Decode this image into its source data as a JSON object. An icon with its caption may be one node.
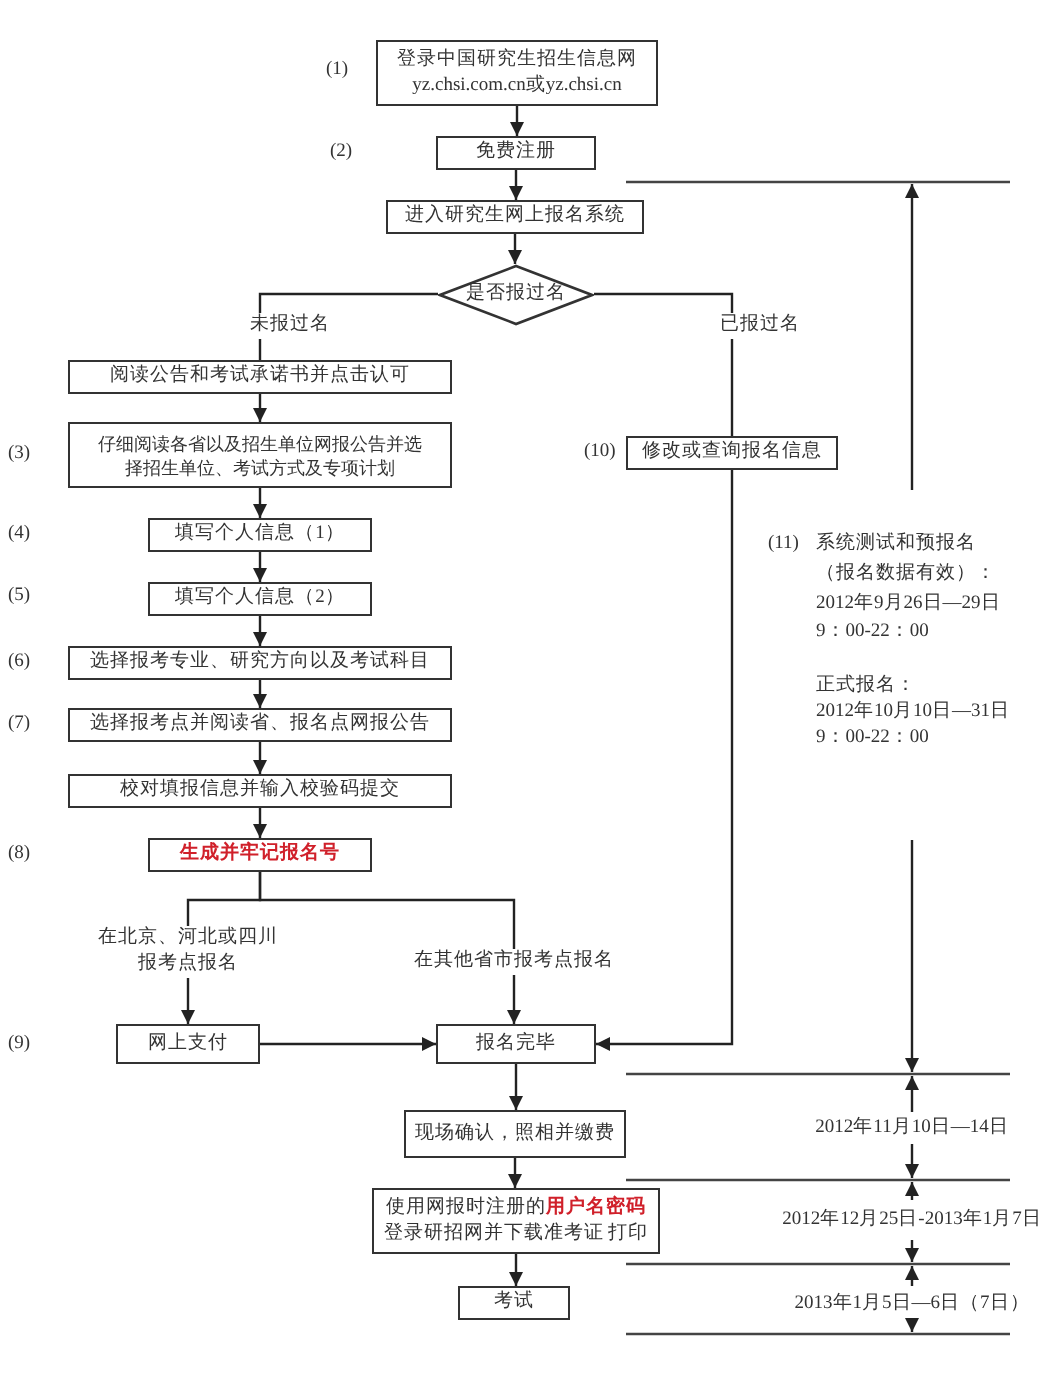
{
  "diagram": {
    "nodes": [
      {
        "text": [
          "登录中国研究生招生信息网",
          "yz.chsi.com.cn或yz.chsi.cn"
        ]
      },
      {
        "text": [
          "免费注册"
        ]
      },
      {
        "text": [
          "进入研究生网上报名系统"
        ]
      },
      {
        "text": [
          "是否报过名"
        ]
      },
      {
        "text": [
          "阅读公告和考试承诺书并点击认可"
        ]
      },
      {
        "text": [
          "仔细阅读各省以及招生单位网报公告并选择招生单位、考试方式及专项计划"
        ]
      },
      {
        "text": [
          "填写个人信息（1）"
        ]
      },
      {
        "text": [
          "填写个人信息（2）"
        ]
      },
      {
        "text": [
          "选择报考专业、研究方向以及考试科目"
        ]
      },
      {
        "text": [
          "选择报考点并阅读省、报名点网报公告"
        ]
      },
      {
        "text": [
          "校对填报信息并输入校验码提交"
        ]
      },
      {
        "text": [
          "生成并牢记报名号"
        ]
      },
      {
        "text": [
          "网上支付"
        ]
      },
      {
        "text": [
          "报名完毕"
        ]
      },
      {
        "text": [
          "修改或查询报名信息"
        ]
      },
      {
        "text": [
          "现场确认，照相并缴费"
        ]
      },
      {
        "text": [
          "使用网报时注册的",
          "用户名密码",
          "登录研招网并下载准考证 打印"
        ]
      },
      {
        "text": [
          "考试"
        ]
      }
    ],
    "edges": [
      {
        "from": 0,
        "to": 1,
        "arrow": "to"
      },
      {
        "from": 1,
        "to": 2,
        "arrow": "to"
      },
      {
        "from": 2,
        "to": 3,
        "arrow": "to"
      },
      {
        "from": 3,
        "to": 4,
        "arrow": "none",
        "label": "未报过名"
      },
      {
        "from": 3,
        "to": 14,
        "arrow": "none",
        "label": "已报过名"
      },
      {
        "from": 4,
        "to": 5,
        "arrow": "to"
      },
      {
        "from": 5,
        "to": 6,
        "arrow": "to"
      },
      {
        "from": 6,
        "to": 7,
        "arrow": "to"
      },
      {
        "from": 7,
        "to": 8,
        "arrow": "to"
      },
      {
        "from": 8,
        "to": 9,
        "arrow": "to"
      },
      {
        "from": 9,
        "to": 10,
        "arrow": "to"
      },
      {
        "from": 10,
        "to": 11,
        "arrow": "to"
      },
      {
        "from": 11,
        "to": 12,
        "arrow": "to",
        "label": "在北京、河北或四川报考点报名"
      },
      {
        "from": 11,
        "to": 13,
        "arrow": "to",
        "label": "在其他省市报考点报名"
      },
      {
        "from": 12,
        "to": 13,
        "arrow": "to"
      },
      {
        "from": 14,
        "to": 13,
        "arrow": "to"
      },
      {
        "from": 13,
        "to": 15,
        "arrow": "to"
      },
      {
        "from": 15,
        "to": 16,
        "arrow": "to"
      },
      {
        "from": 16,
        "to": 17,
        "arrow": "to"
      }
    ],
    "labels": [
      "(1)",
      "(2)",
      "(3)",
      "(4)",
      "(5)",
      "(6)",
      "(7)",
      "(8)",
      "(9)",
      "(10)",
      "(11)",
      "系统测试和预报名",
      "（报名数据有效）：",
      "2012年9月26日—29日",
      "9：00-22：00",
      "正式报名：",
      "2012年10月10日—31日",
      "9：00-22：00",
      "2012年11月10日—14日",
      "2012年12月25日-2013年1月7日",
      "2013年1月5日—6日（7日）"
    ]
  }
}
